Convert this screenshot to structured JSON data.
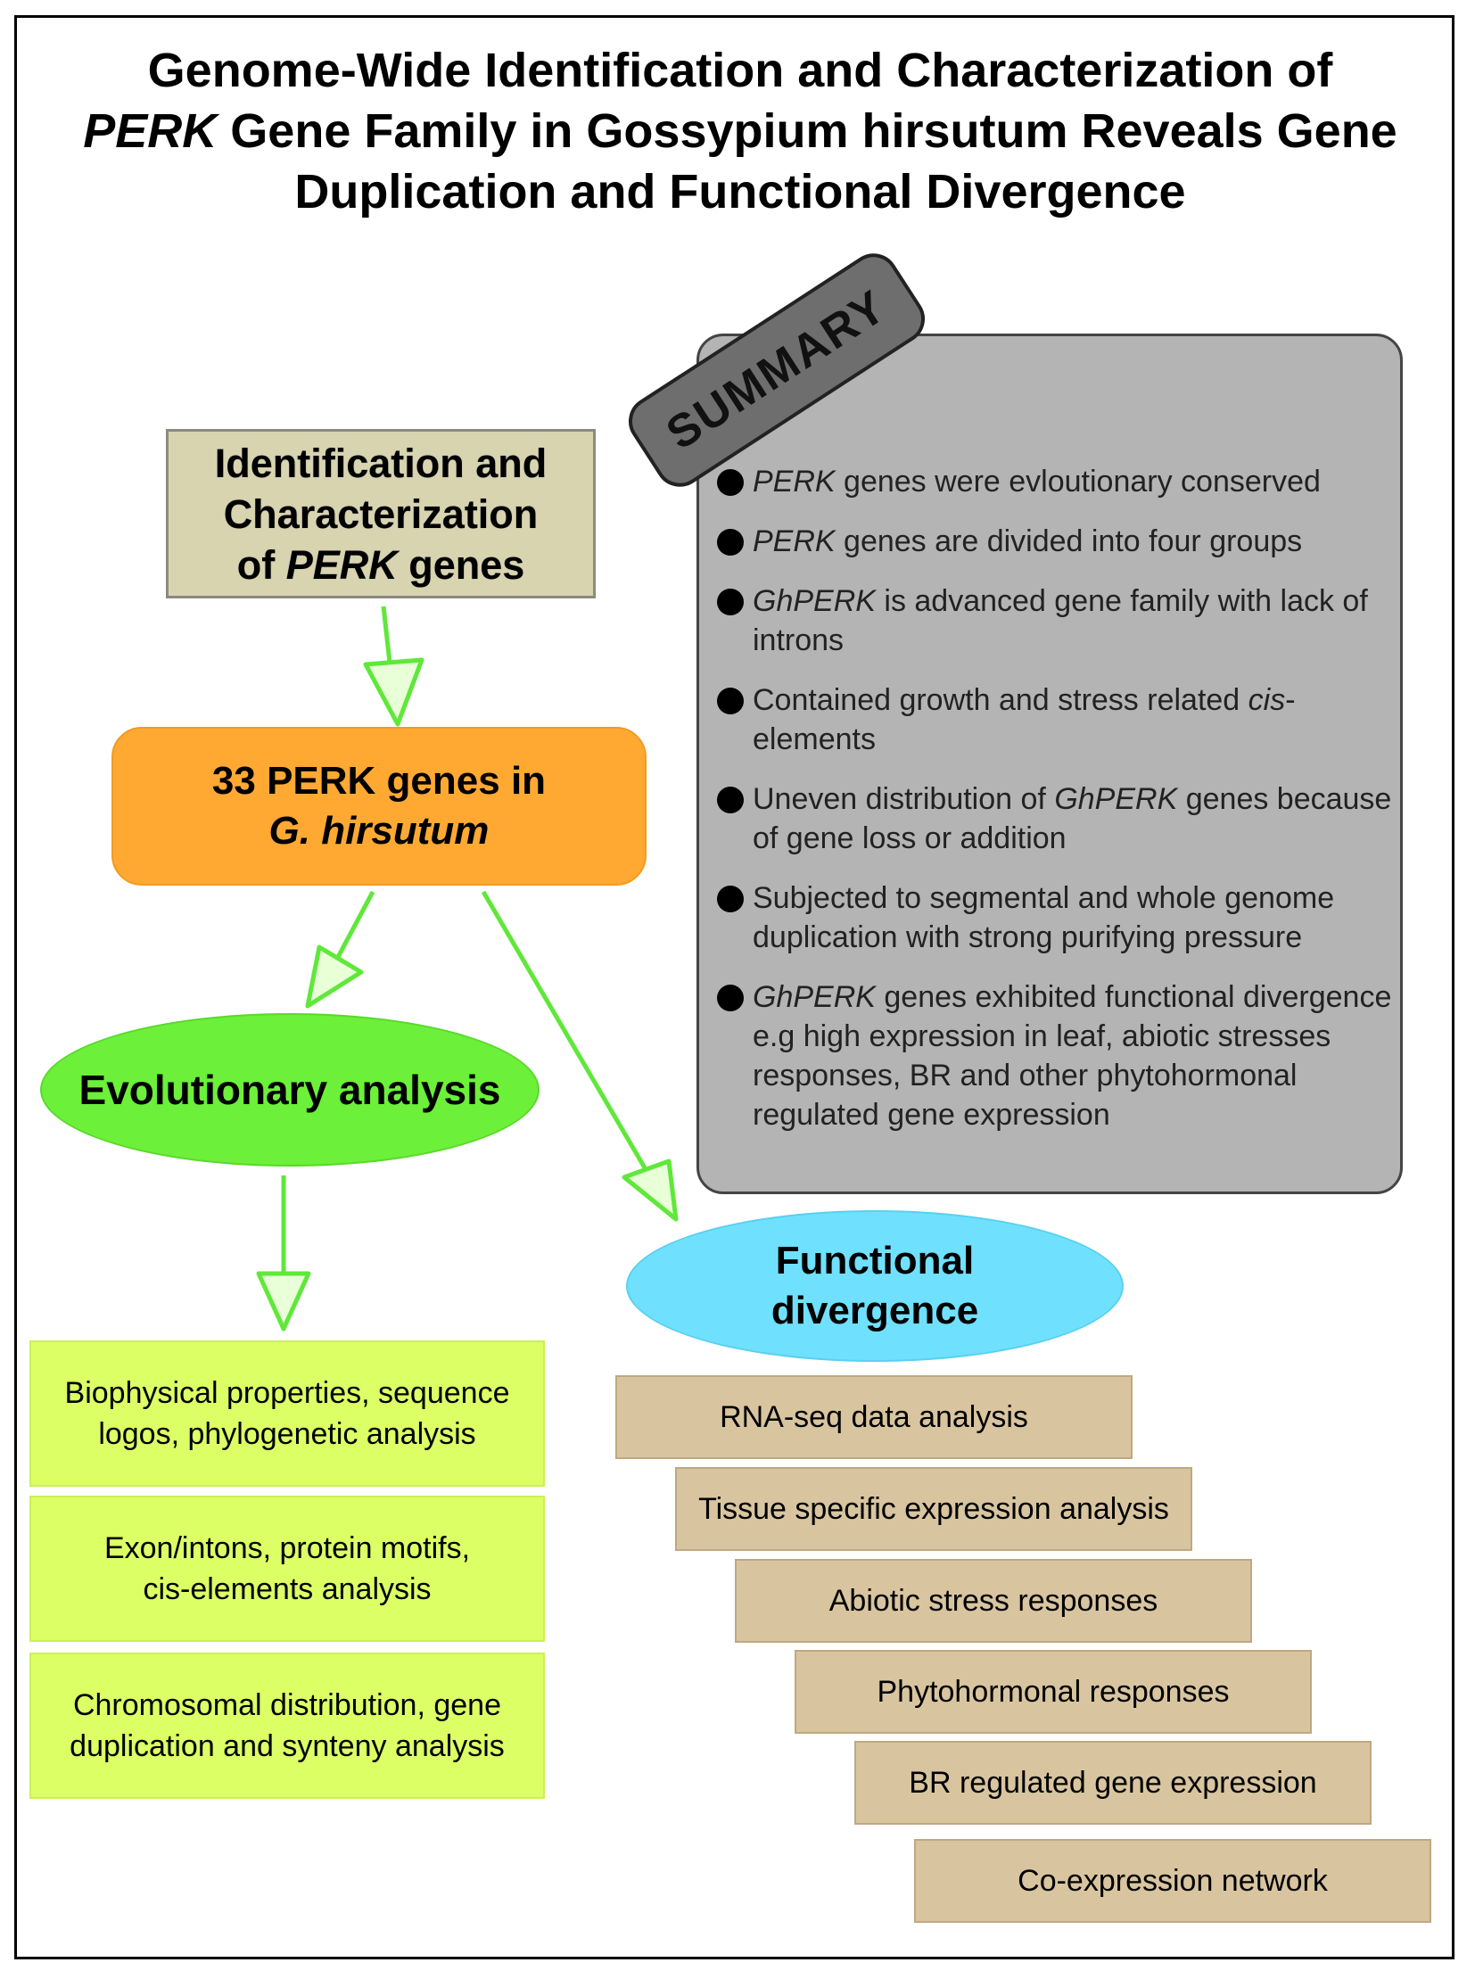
{
  "title": {
    "line1": "Genome-Wide Identification and Characterization of",
    "line2_italic": "PERK",
    "line2_rest": " Gene Family in Gossypium hirsutum Reveals Gene",
    "line3": "Duplication and Functional Divergence"
  },
  "identification_box": {
    "line1": "Identification and",
    "line2": "Characterization",
    "line3_prefix": "of ",
    "line3_italic": "PERK",
    "line3_suffix": " genes"
  },
  "genes_box": {
    "line1": "33 PERK genes in",
    "line2_italic": "G. hirsutum"
  },
  "evolutionary": {
    "label": "Evolutionary analysis",
    "items": [
      {
        "line1": "Biophysical properties, sequence",
        "line2": "logos, phylogenetic analysis"
      },
      {
        "line1": "Exon/intons, protein motifs,",
        "line2": "cis-elements analysis"
      },
      {
        "line1": "Chromosomal distribution, gene",
        "line2": "duplication and synteny analysis"
      }
    ]
  },
  "functional": {
    "line1": "Functional",
    "line2": "divergence",
    "steps": [
      "RNA-seq data analysis",
      "Tissue specific expression analysis",
      "Abiotic stress responses",
      "Phytohormonal responses",
      "BR regulated gene expression",
      "Co-expression network"
    ]
  },
  "summary": {
    "tag": "SUMMARY",
    "b1_italic": "PERK",
    "b1_rest": " genes were evloutionary conserved",
    "b2_italic": " PERK",
    "b2_rest": " genes are divided into four groups",
    "b3_italic": "GhPERK",
    "b3_rest": " is advanced gene family with lack of introns",
    "b4_text": "Contained growth and stress related ",
    "b4_italic": "cis",
    "b4_rest": "-elements",
    "b5_text": "Uneven distribution of ",
    "b5_italic": "GhPERK",
    "b5_rest": " genes because of gene loss or addition",
    "b6_text": "Subjected to segmental and whole genome duplication with strong purifying pressure",
    "b7_italic": "GhPERK",
    "b7_rest": " genes exhibited functional divergence e.g high expression in leaf, abiotic stresses responses, BR and other phytohormonal regulated gene expression"
  },
  "colors": {
    "arrow": "#5fe83a",
    "summary_bg": "#b4b4b4",
    "orange": "#ffa933",
    "green": "#6cf039",
    "cyan": "#6fe1ff",
    "lime": "#dcff66",
    "tan": "#d8c5a0"
  }
}
